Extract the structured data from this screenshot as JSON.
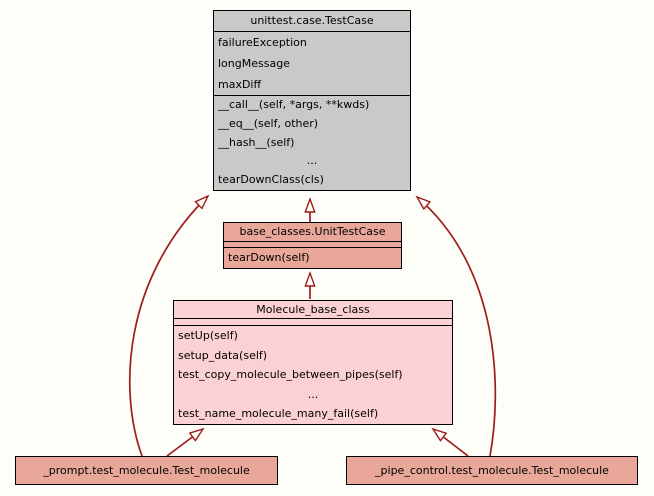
{
  "diagram_type": "class-inheritance-diagram",
  "colors": {
    "background": "#fdfef8",
    "edge": "#9e1b1b",
    "node_border": "#000000",
    "external_class_fill": "#c9c9c9",
    "base_class_fill": "#e8a798",
    "focus_class_fill": "#fbd1d3",
    "leaf_class_fill": "#e8a798"
  },
  "classes": [
    {
      "title": "unittest.case.TestCase",
      "fill": "#c9c9c9",
      "attributes": [
        "failureException",
        "longMessage",
        "maxDiff"
      ],
      "methods": [
        "__call__(self, *args, **kwds)",
        "__eq__(self, other)",
        "__hash__(self)",
        "...",
        "tearDownClass(cls)"
      ]
    },
    {
      "title": "base_classes.UnitTestCase",
      "fill": "#e8a798",
      "attributes": [],
      "methods": [
        "tearDown(self)"
      ]
    },
    {
      "title": "Molecule_base_class",
      "fill": "#fbd1d3",
      "attributes": [],
      "methods": [
        "setUp(self)",
        "setup_data(self)",
        "test_copy_molecule_between_pipes(self)",
        "...",
        "test_name_molecule_many_fail(self)"
      ]
    },
    {
      "title": "_prompt.test_molecule.Test_molecule",
      "fill": "#e8a798",
      "attributes": [],
      "methods": []
    },
    {
      "title": "_pipe_control.test_molecule.Test_molecule",
      "fill": "#e8a798",
      "attributes": [],
      "methods": []
    }
  ],
  "edges": [
    {
      "from": "base_classes.UnitTestCase",
      "to": "unittest.case.TestCase",
      "style": "hollow-triangle-inheritance"
    },
    {
      "from": "Molecule_base_class",
      "to": "base_classes.UnitTestCase",
      "style": "hollow-triangle-inheritance"
    },
    {
      "from": "_prompt.test_molecule.Test_molecule",
      "to": "unittest.case.TestCase",
      "style": "hollow-triangle-inheritance"
    },
    {
      "from": "_prompt.test_molecule.Test_molecule",
      "to": "Molecule_base_class",
      "style": "hollow-triangle-inheritance"
    },
    {
      "from": "_pipe_control.test_molecule.Test_molecule",
      "to": "unittest.case.TestCase",
      "style": "hollow-triangle-inheritance"
    },
    {
      "from": "_pipe_control.test_molecule.Test_molecule",
      "to": "Molecule_base_class",
      "style": "hollow-triangle-inheritance"
    }
  ]
}
